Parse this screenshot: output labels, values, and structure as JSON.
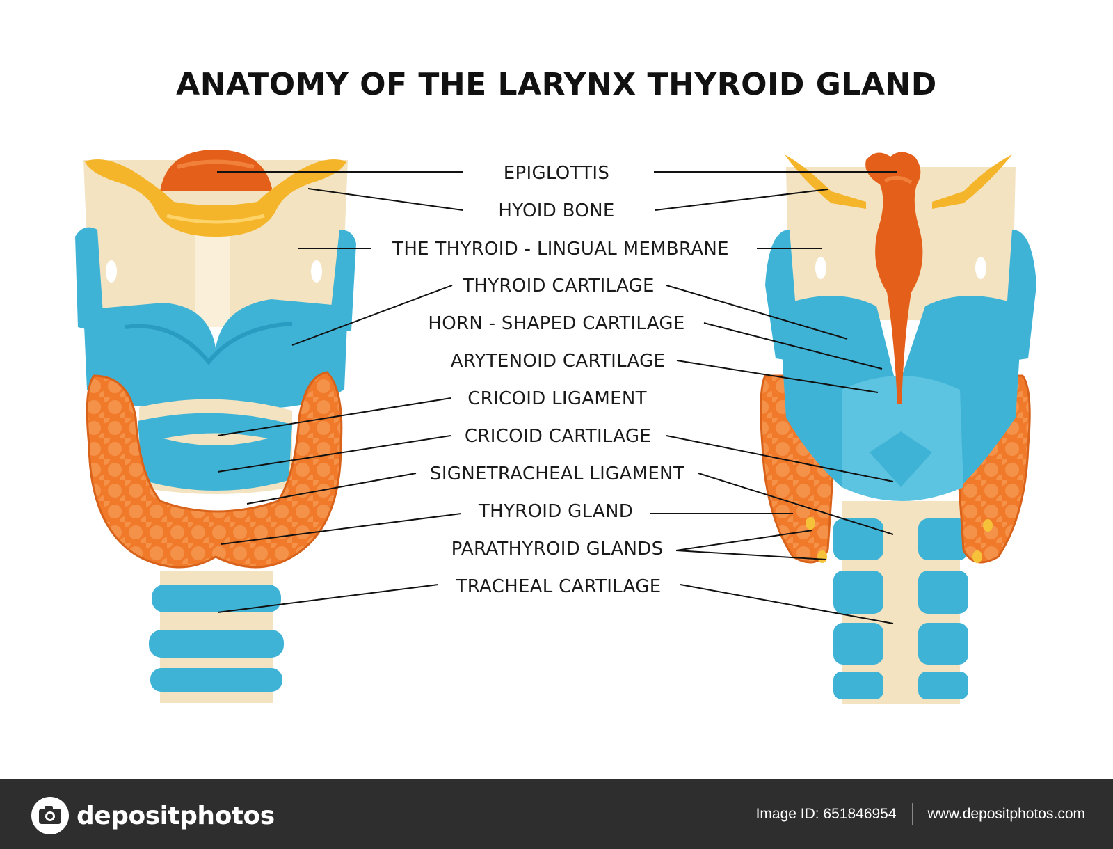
{
  "title": "ANATOMY OF THE LARYNX THYROID GLAND",
  "labels": [
    "EPIGLOTTIS",
    "HYOID BONE",
    "THE THYROID - LINGUAL MEMBRANE",
    "THYROID CARTILAGE",
    "HORN - SHAPED CARTILAGE",
    "ARYTENOID CARTILAGE",
    "CRICOID LIGAMENT",
    "CRICOID CARTILAGE",
    "SIGNETRACHEAL LIGAMENT",
    "THYROID GLAND",
    "PARATHYROID GLANDS",
    "TRACHEAL CARTILAGE"
  ],
  "colors": {
    "cartilage_blue": "#3fb3d6",
    "tissue_beige": "#f3e3c0",
    "thyroid_orange": "#f07a2a",
    "hyoid_yellow": "#f5b52a",
    "epiglottis_orange": "#e4601a"
  },
  "footer": {
    "brand": "depositphotos",
    "image_id": "Image ID: 651846954",
    "website": "www.depositphotos.com"
  }
}
